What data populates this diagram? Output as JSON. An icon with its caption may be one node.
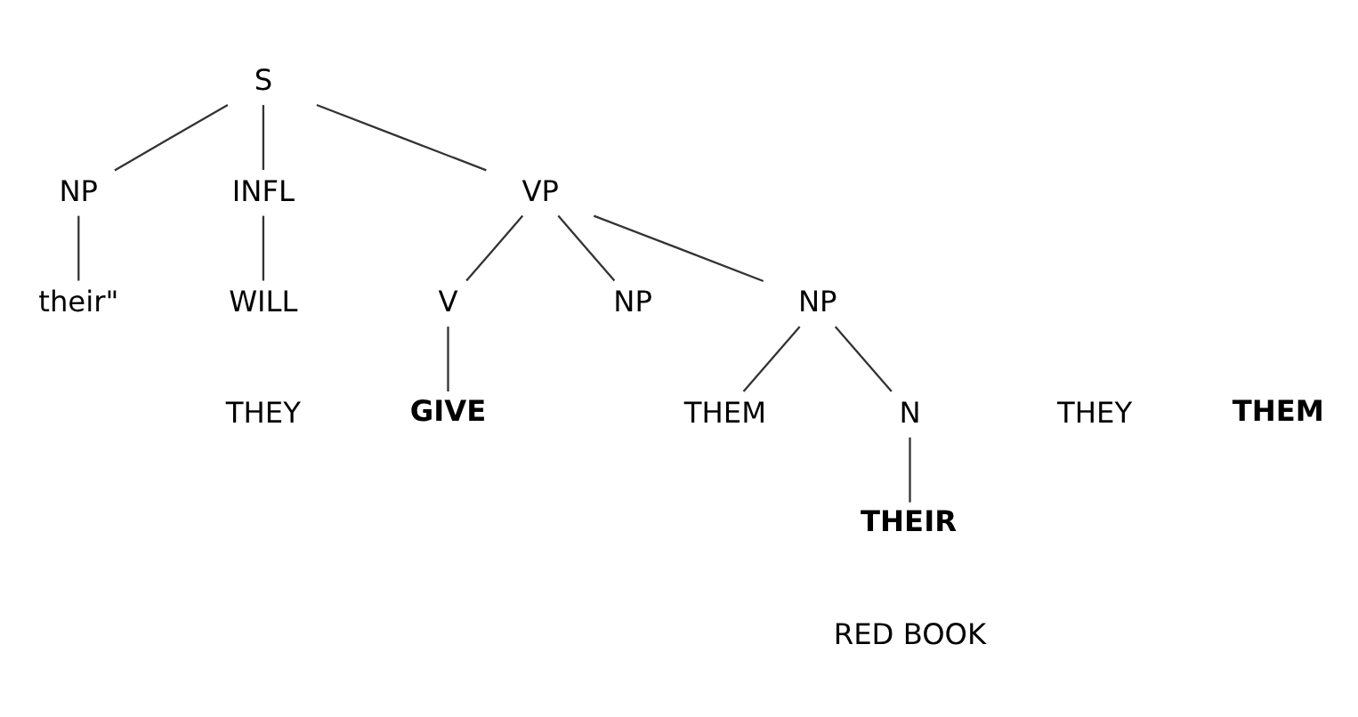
{
  "diagram": {
    "nodes": [
      {
        "text": [
          "S"
        ]
      },
      {
        "text": [
          "NP"
        ]
      },
      {
        "text": [
          "INFL"
        ]
      },
      {
        "text": [
          "VP"
        ]
      },
      {
        "text": [
          "their\""
        ]
      },
      {
        "text": [
          "WILL"
        ]
      },
      {
        "text": [
          "V"
        ]
      },
      {
        "text": [
          "NP"
        ]
      },
      {
        "text": [
          "NP"
        ]
      },
      {
        "text": [
          "THEM"
        ]
      },
      {
        "text": [
          "N"
        ]
      },
      {
        "text": [
          "GIVE"
        ]
      },
      {
        "text": [
          "THEIR"
        ]
      }
    ],
    "edges": [
      {
        "from": 0,
        "to": 1,
        "arrow": "none"
      },
      {
        "from": 0,
        "to": 2,
        "arrow": "none"
      },
      {
        "from": 0,
        "to": 3,
        "arrow": "none"
      },
      {
        "from": 1,
        "to": 4,
        "arrow": "none"
      },
      {
        "from": 2,
        "to": 5,
        "arrow": "none"
      },
      {
        "from": 3,
        "to": 6,
        "arrow": "none"
      },
      {
        "from": 3,
        "to": 7,
        "arrow": "none"
      },
      {
        "from": 3,
        "to": 8,
        "arrow": "none"
      },
      {
        "from": 8,
        "to": 9,
        "arrow": "none"
      },
      {
        "from": 8,
        "to": 10,
        "arrow": "none"
      },
      {
        "from": 6,
        "to": 11,
        "arrow": "none"
      },
      {
        "from": 10,
        "to": 12,
        "arrow": "none"
      }
    ],
    "labels": [
      "THEY",
      "THEY",
      "THEM",
      "RED BOOK"
    ]
  }
}
